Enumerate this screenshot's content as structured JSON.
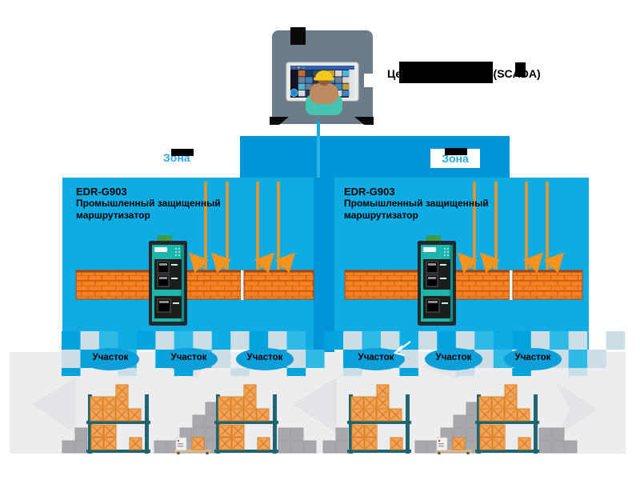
{
  "control_center": {
    "label": "Центр управления (SCADA)"
  },
  "zones": [
    {
      "label": "Зона",
      "router": {
        "model": "EDR-G903",
        "desc1": "Промышленный защищенный",
        "desc2": "маршрутизатор"
      },
      "sections": [
        {
          "label": "Участок"
        },
        {
          "label": "Участок"
        },
        {
          "label": "Участок"
        }
      ]
    },
    {
      "label": "Зона",
      "router": {
        "model": "EDR-G903",
        "desc1": "Промышленный защищенный",
        "desc2": "маршрутизатор"
      },
      "sections": [
        {
          "label": "Участок"
        },
        {
          "label": "Участок"
        },
        {
          "label": "Участок"
        }
      ]
    }
  ],
  "colors": {
    "zone_blue": "#0FACE4",
    "connector_blue": "#0095D8",
    "arrow_orange": "#F7941E",
    "brick_orange": "#F58220",
    "label_blue": "#29ABE2",
    "router_teal": "#1CB5AC",
    "rack_teal": "#206472",
    "crate_orange": "#F2A35F",
    "mosaic_light": "#CBDEE6",
    "control_gray": "#6B7B8A"
  }
}
